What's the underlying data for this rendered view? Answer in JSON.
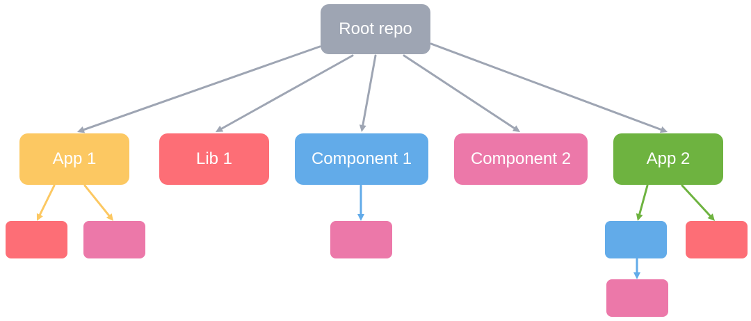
{
  "colors": {
    "root": "#9ea5b3",
    "yellow": "#fcc862",
    "red": "#fd6e76",
    "blue": "#62abe9",
    "pink": "#ec78a9",
    "green": "#6eb340"
  },
  "nodes": {
    "root": {
      "label": "Root repo",
      "color": "root"
    },
    "app1": {
      "label": "App 1",
      "color": "yellow"
    },
    "lib1": {
      "label": "Lib 1",
      "color": "red"
    },
    "comp1": {
      "label": "Component 1",
      "color": "blue"
    },
    "comp2": {
      "label": "Component 2",
      "color": "pink"
    },
    "app2": {
      "label": "App 2",
      "color": "green"
    },
    "app1_child_a": {
      "label": "",
      "color": "red"
    },
    "app1_child_b": {
      "label": "",
      "color": "pink"
    },
    "comp1_child": {
      "label": "",
      "color": "pink"
    },
    "app2_child_a": {
      "label": "",
      "color": "blue"
    },
    "app2_child_b": {
      "label": "",
      "color": "red"
    },
    "app2_grandchild": {
      "label": "",
      "color": "pink"
    }
  },
  "edges": [
    {
      "from": "root",
      "to": "app1",
      "color": "root"
    },
    {
      "from": "root",
      "to": "lib1",
      "color": "root"
    },
    {
      "from": "root",
      "to": "comp1",
      "color": "root"
    },
    {
      "from": "root",
      "to": "comp2",
      "color": "root"
    },
    {
      "from": "root",
      "to": "app2",
      "color": "root"
    },
    {
      "from": "app1",
      "to": "app1_child_a",
      "color": "yellow"
    },
    {
      "from": "app1",
      "to": "app1_child_b",
      "color": "yellow"
    },
    {
      "from": "comp1",
      "to": "comp1_child",
      "color": "blue"
    },
    {
      "from": "app2",
      "to": "app2_child_a",
      "color": "green"
    },
    {
      "from": "app2",
      "to": "app2_child_b",
      "color": "green"
    },
    {
      "from": "app2_child_a",
      "to": "app2_grandchild",
      "color": "blue"
    }
  ]
}
